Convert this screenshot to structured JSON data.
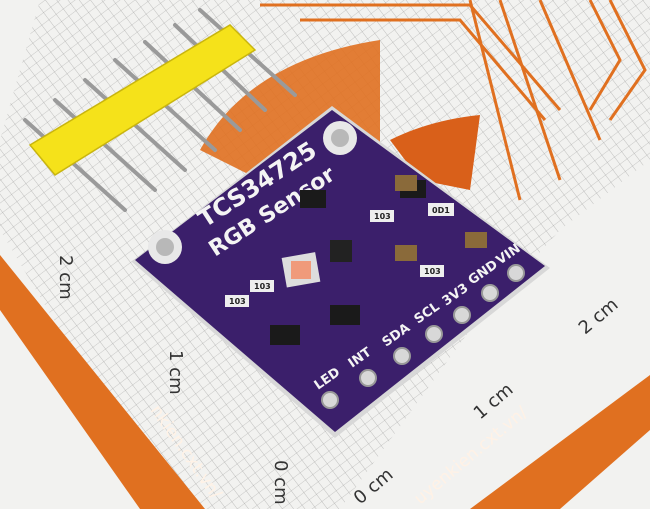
{
  "photo": {
    "board": {
      "chip_name": "TCS34725",
      "subtitle": "RGB Sensor",
      "pin_labels": [
        "LED",
        "INT",
        "SDA",
        "SCL",
        "3V3",
        "GND",
        "VIN"
      ],
      "resistor_labels": [
        "103",
        "103",
        "103",
        "103"
      ],
      "capacitor_label": "0D1",
      "color": "#3b1f6b"
    },
    "ruler_labels": {
      "left": [
        "2 cm",
        "1 cm",
        "0 cm"
      ],
      "right": [
        "2 cm",
        "1 cm",
        "0 cm"
      ]
    },
    "band_text": [
      "nkien.cxt.vn/",
      "uyenkien.cxt.vn/"
    ],
    "colors": {
      "paper": "#f2f2f0",
      "orange": "#e07020",
      "header_plastic": "#f5e21a",
      "pins": "#a8a8a8"
    }
  }
}
